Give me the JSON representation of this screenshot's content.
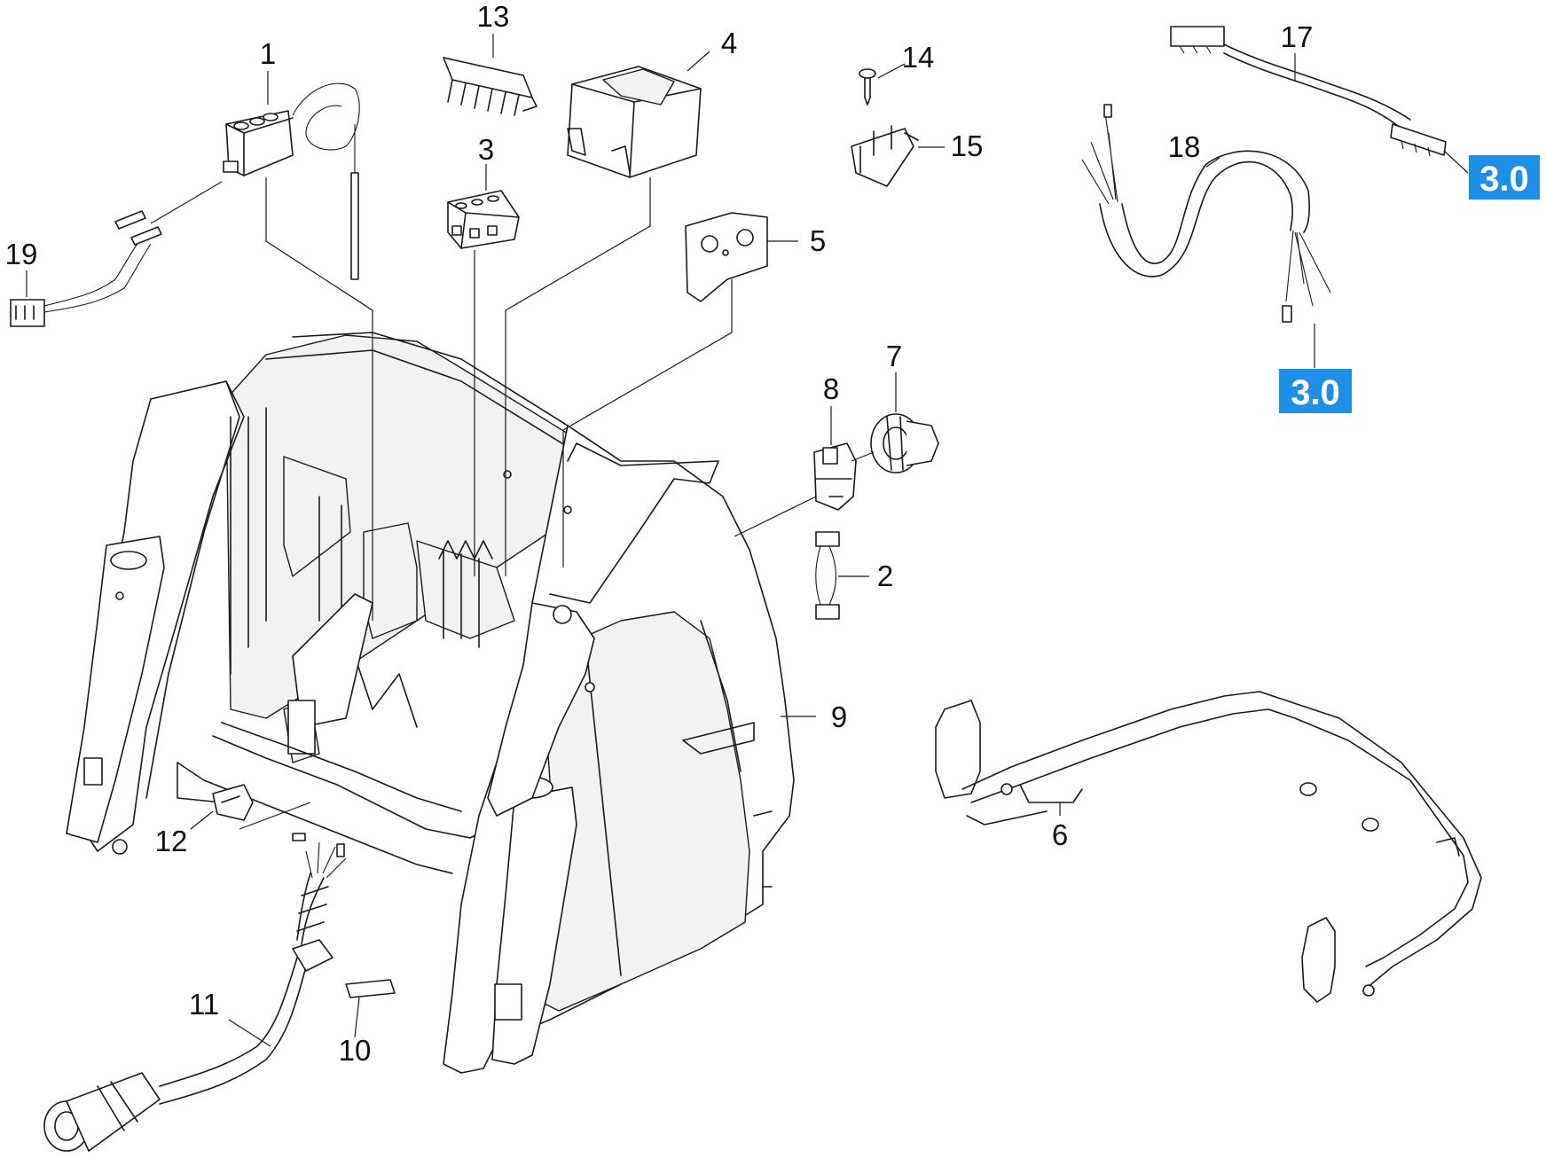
{
  "colors": {
    "reference_badge": "#1e8fe6",
    "reference_badge_text": "#ffffff",
    "linework": "#1a1a1a"
  },
  "callouts": {
    "c1": "1",
    "c2": "2",
    "c3": "3",
    "c4": "4",
    "c5": "5",
    "c6": "6",
    "c7": "7",
    "c8": "8",
    "c9": "9",
    "c10": "10",
    "c11": "11",
    "c12": "12",
    "c13": "13",
    "c14": "14",
    "c15": "15",
    "c17": "17",
    "c18": "18",
    "c19": "19"
  },
  "reference_badges": {
    "badge_a": "3.0",
    "badge_b": "3.0"
  }
}
